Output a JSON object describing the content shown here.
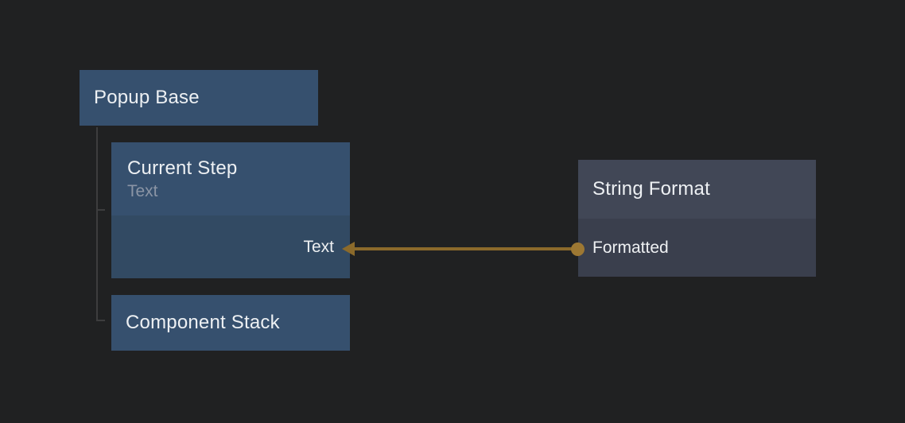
{
  "colors": {
    "background": "#202122",
    "node_blue": "#36506e",
    "node_blue_body": "#324a63",
    "node_gray": "#414756",
    "node_gray_body": "#3a3f4d",
    "tree_line": "#3d3d3e",
    "connection": "#8b6a2b",
    "connection_dot": "#9d7833",
    "title_text": "#edf0f3",
    "subtitle_text": "#8b95a5",
    "port_text": "#eef0f2"
  },
  "nodes": {
    "popup_base": {
      "title": "Popup Base"
    },
    "current_step": {
      "title": "Current Step",
      "subtitle": "Text",
      "ports": {
        "text": {
          "label": "Text",
          "direction": "input"
        }
      }
    },
    "component_stack": {
      "title": "Component Stack"
    },
    "string_format": {
      "title": "String Format",
      "ports": {
        "formatted": {
          "label": "Formatted",
          "direction": "output"
        }
      }
    }
  },
  "connections": [
    {
      "from": "String Format / Formatted",
      "to": "Current Step / Text"
    }
  ]
}
